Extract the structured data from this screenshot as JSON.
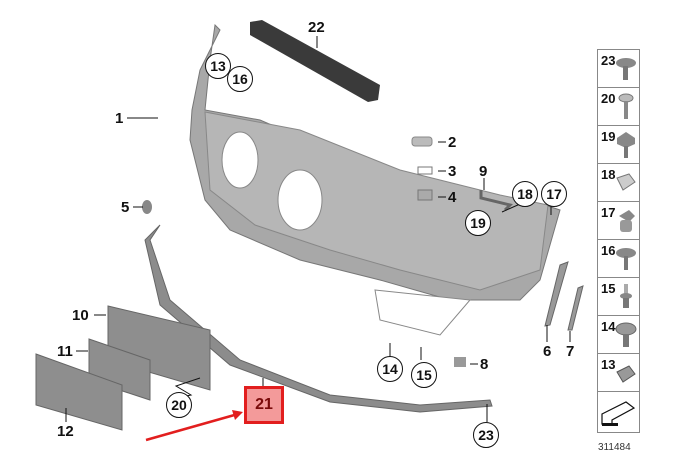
{
  "diagram": {
    "title": "Front bumper trim panel exploded parts diagram",
    "diagram_id": "311484",
    "highlighted_part": "21",
    "highlight_color": "#e21e1e",
    "highlight_fill": "#f39a9a",
    "callouts": [
      {
        "id": "1",
        "style": "plain"
      },
      {
        "id": "2",
        "style": "plain"
      },
      {
        "id": "3",
        "style": "plain"
      },
      {
        "id": "4",
        "style": "plain"
      },
      {
        "id": "5",
        "style": "plain"
      },
      {
        "id": "6",
        "style": "plain"
      },
      {
        "id": "7",
        "style": "plain"
      },
      {
        "id": "8",
        "style": "plain"
      },
      {
        "id": "9",
        "style": "plain"
      },
      {
        "id": "10",
        "style": "plain"
      },
      {
        "id": "11",
        "style": "plain"
      },
      {
        "id": "12",
        "style": "plain"
      },
      {
        "id": "13",
        "style": "circled"
      },
      {
        "id": "16",
        "style": "circled"
      },
      {
        "id": "14",
        "style": "circled"
      },
      {
        "id": "15",
        "style": "circled"
      },
      {
        "id": "17",
        "style": "circled"
      },
      {
        "id": "18",
        "style": "circled"
      },
      {
        "id": "19",
        "style": "circled"
      },
      {
        "id": "20",
        "style": "circled"
      },
      {
        "id": "21",
        "style": "highlighted"
      },
      {
        "id": "22",
        "style": "plain"
      },
      {
        "id": "23",
        "style": "circled"
      }
    ],
    "legend": [
      {
        "id": "23",
        "icon": "screw-with-washer-icon"
      },
      {
        "id": "20",
        "icon": "phillips-screw-icon"
      },
      {
        "id": "19",
        "icon": "hex-screw-icon"
      },
      {
        "id": "18",
        "icon": "spring-nut-clip-icon"
      },
      {
        "id": "17",
        "icon": "expanding-nut-icon"
      },
      {
        "id": "16",
        "icon": "screw-with-washer-icon"
      },
      {
        "id": "15",
        "icon": "rivet-icon"
      },
      {
        "id": "14",
        "icon": "phillips-washer-screw-icon"
      },
      {
        "id": "13",
        "icon": "clip-nut-icon"
      },
      {
        "id": "",
        "icon": "front-direction-arrow-icon"
      }
    ]
  }
}
